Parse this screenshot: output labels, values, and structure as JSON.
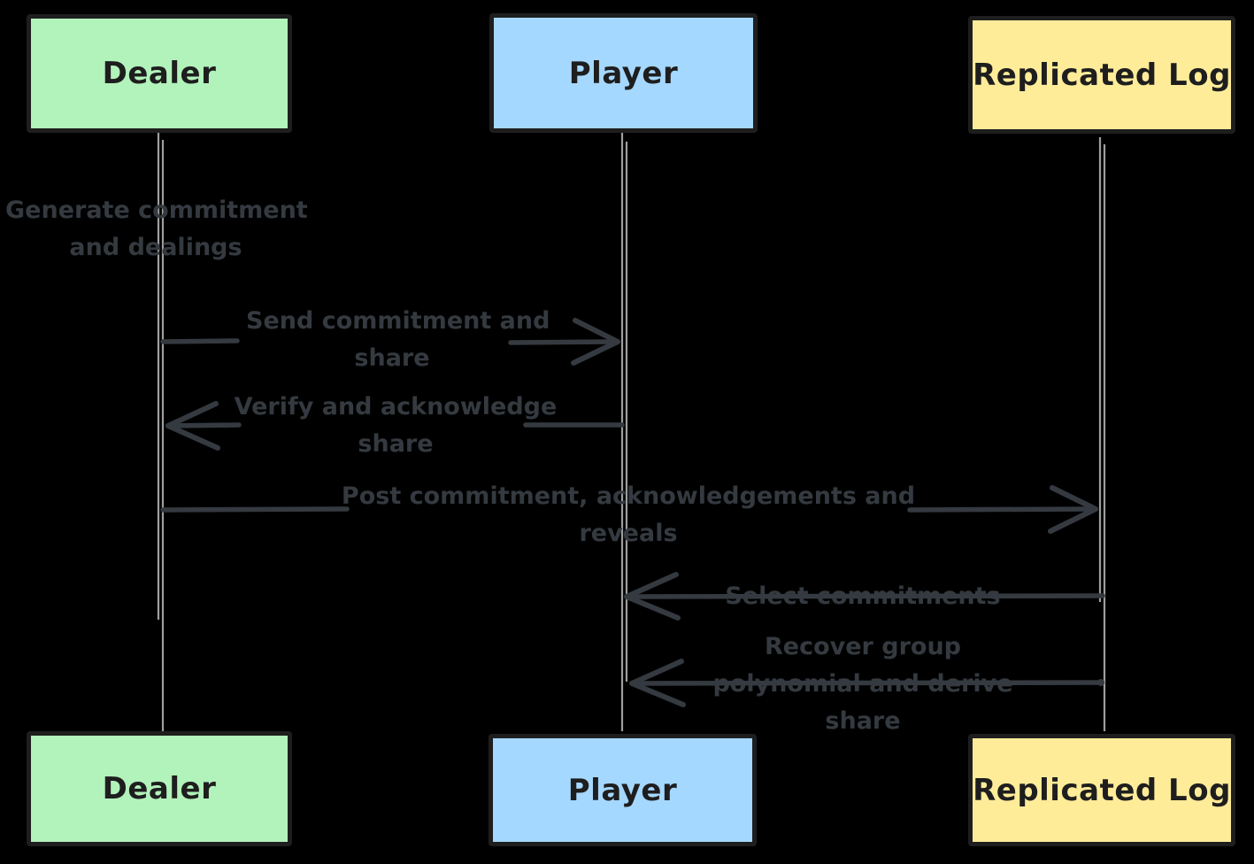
{
  "diagram": {
    "type": "sequence-diagram",
    "colors": {
      "background": "#000000",
      "actor_border": "#1e1e1e",
      "actor_text": "#1e1e1e",
      "message": "#343a40",
      "lifeline": "#9e9e9e",
      "dealer_fill": "#b2f2bb",
      "player_fill": "#a5d8ff",
      "replicated_log_fill": "#ffec99"
    },
    "actors": [
      {
        "label": "Dealer",
        "fill": "#b2f2bb"
      },
      {
        "label": "Player",
        "fill": "#a5d8ff"
      },
      {
        "label": "Replicated Log",
        "fill": "#ffec99"
      }
    ],
    "messages": [
      {
        "from": "Dealer",
        "to": "Dealer",
        "kind": "note",
        "text": "Generate commitment and dealings",
        "lines": [
          "Generate commitment",
          "and dealings"
        ]
      },
      {
        "from": "Dealer",
        "to": "Player",
        "kind": "arrow-right",
        "text": "Send commitment and share",
        "lines": [
          "Send commitment and",
          "share"
        ]
      },
      {
        "from": "Player",
        "to": "Dealer",
        "kind": "arrow-left",
        "text": "Verify and acknowledge share",
        "lines": [
          "Verify and acknowledge",
          "share"
        ]
      },
      {
        "from": "Dealer",
        "to": "Replicated Log",
        "kind": "arrow-right",
        "text": "Post commitment, acknowledgements and reveals",
        "lines": [
          "Post commitment, acknowledgements and",
          "reveals"
        ]
      },
      {
        "from": "Replicated Log",
        "to": "Player",
        "kind": "arrow-left",
        "text": "Select commitments",
        "lines": [
          "Select commitments"
        ]
      },
      {
        "from": "Replicated Log",
        "to": "Player",
        "kind": "arrow-left",
        "text": "Recover group polynomial and derive share",
        "lines": [
          "Recover group",
          "polynomial and derive",
          "share"
        ]
      }
    ]
  }
}
